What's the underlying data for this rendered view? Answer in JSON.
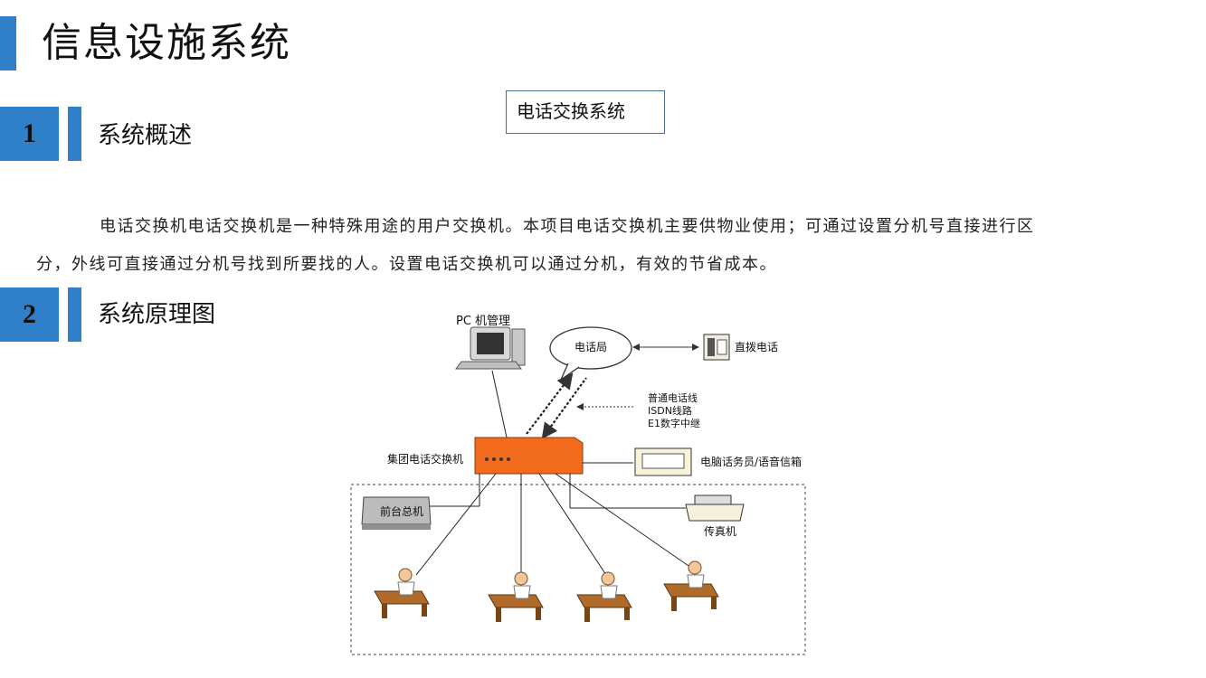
{
  "page": {
    "title": "信息设施系统"
  },
  "sections": [
    {
      "number": "1",
      "title": "系统概述"
    },
    {
      "number": "2",
      "title": "系统原理图"
    }
  ],
  "callout": {
    "text": "电话交换系统"
  },
  "overview": {
    "paragraph": "电话交换机电话交换机是一种特殊用途的用户交换机。本项目电话交换机主要供物业使用；可通过设置分机号直接进行区分，外线可直接通过分机号找到所要找的人。设置电话交换机可以通过分机，有效的节省成本。"
  },
  "diagram": {
    "pc": "PC 机管理",
    "central_office": "电话局",
    "direct_phone": "直拨电话",
    "line_types": [
      "普通电话线",
      "ISDN线路",
      "E1数字中继"
    ],
    "switch": "集团电话交换机",
    "voicemail": "电脑话务员/语音信箱",
    "front_desk": "前台总机",
    "fax": "传真机",
    "colors": {
      "switch_fill": "#f26a1b",
      "accent": "#2f7fc9"
    }
  }
}
